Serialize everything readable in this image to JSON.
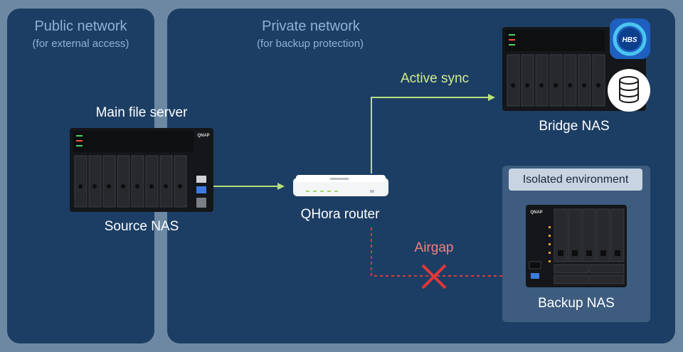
{
  "public_panel": {
    "title": "Public network",
    "subtitle": "(for external access)"
  },
  "private_panel": {
    "title": "Private network",
    "subtitle": "(for backup protection)"
  },
  "labels": {
    "main_file_server": "Main file server",
    "source_nas": "Source NAS",
    "router": "QHora router",
    "active_sync": "Active sync",
    "bridge_nas": "Bridge NAS",
    "isolated_environment": "Isolated environment",
    "airgap": "Airgap",
    "backup_nas": "Backup NAS"
  },
  "logos": {
    "source_brand": "QNAP",
    "backup_brand": "QNAP",
    "hbs_app": "HBS"
  },
  "colors": {
    "panel": "#1d3e64",
    "background": "#6d88a3",
    "active_link": "#b6e07a",
    "airgap_link": "#e0383a",
    "title_text": "#8fb0d8"
  },
  "icons": [
    "hbs-app-icon",
    "database-icon",
    "airgap-x-icon",
    "arrow-icon"
  ]
}
